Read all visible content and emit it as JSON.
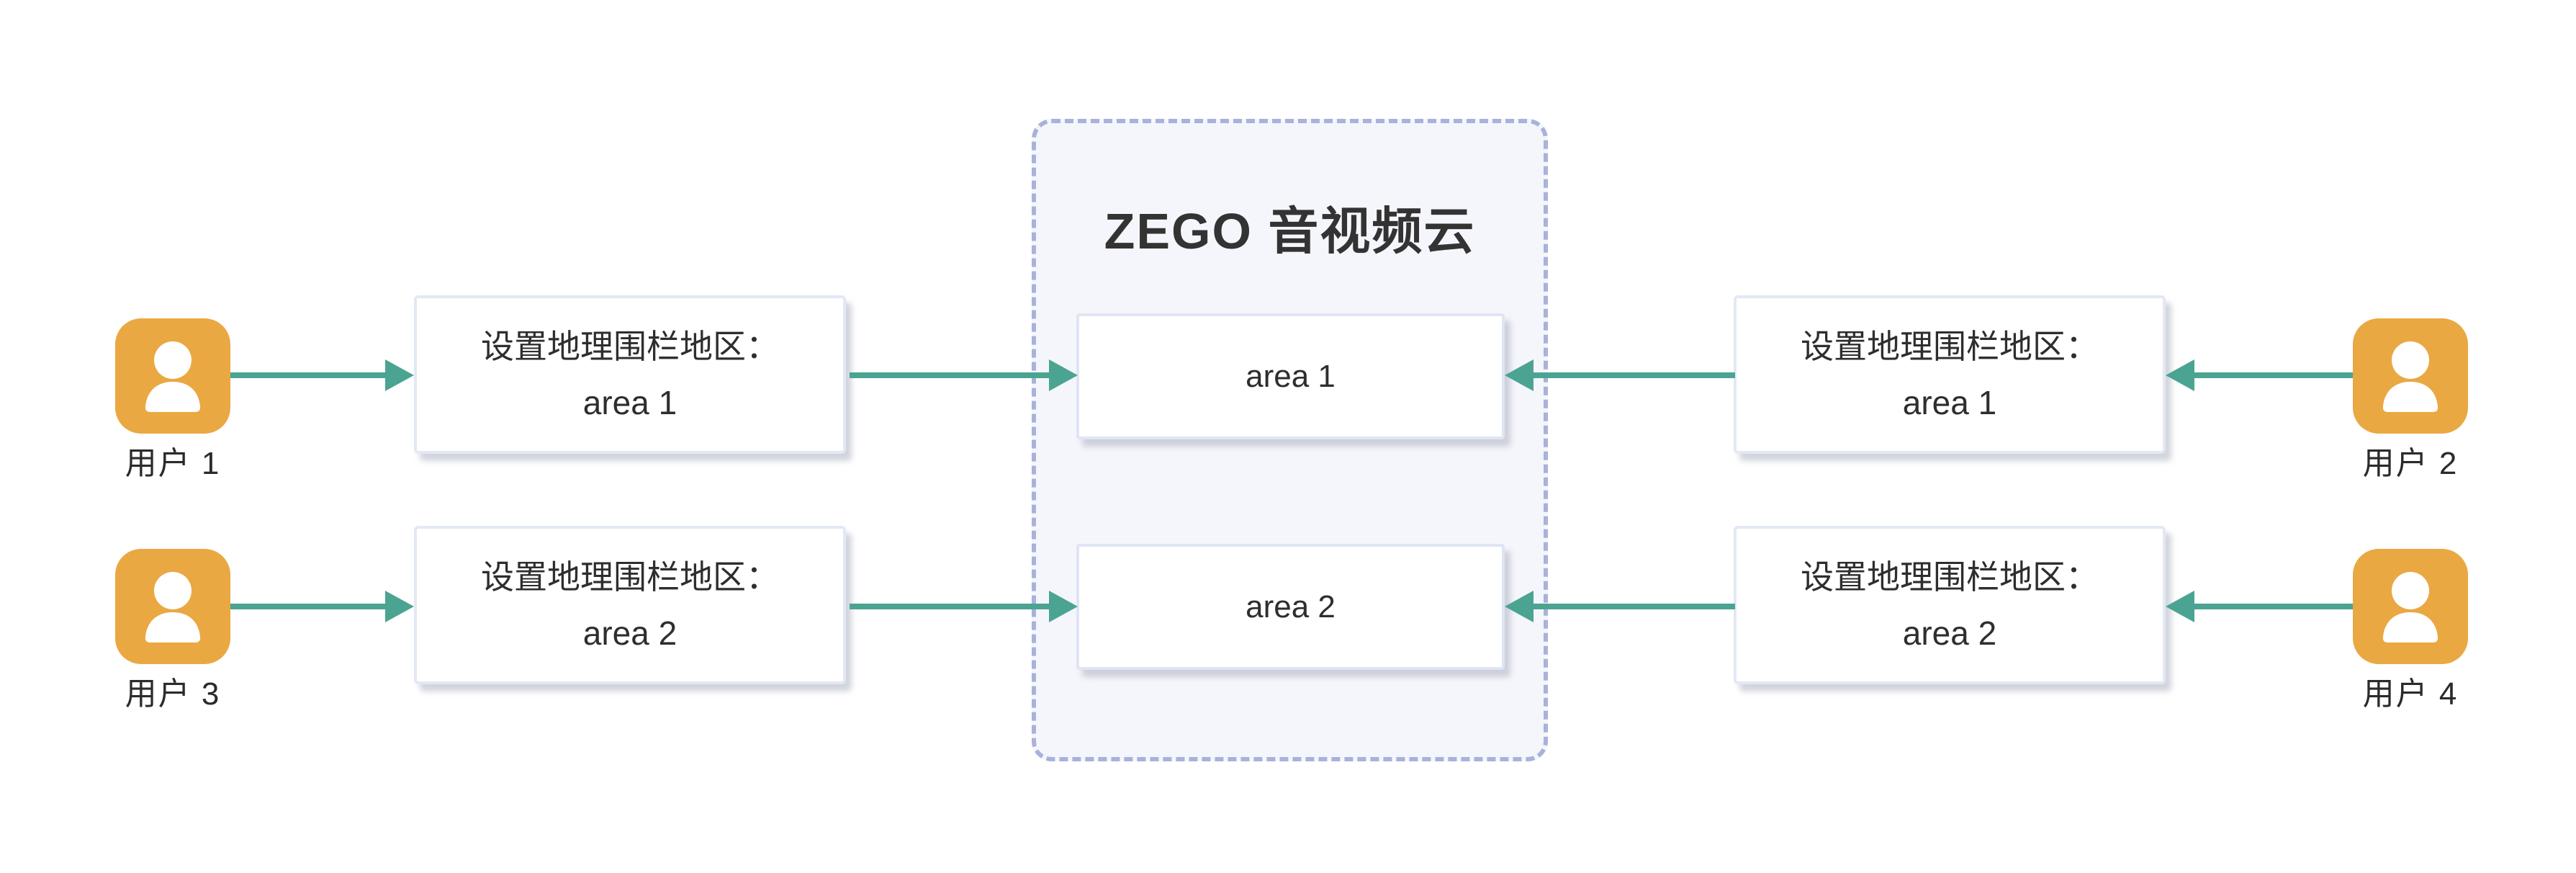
{
  "cloud": {
    "title": "ZEGO 音视频云",
    "areas": [
      {
        "label": "area 1"
      },
      {
        "label": "area 2"
      }
    ]
  },
  "left_flows": [
    {
      "user": "用户 1",
      "setting_line1": "设置地理围栏地区：",
      "setting_area": "area 1"
    },
    {
      "user": "用户 3",
      "setting_line1": "设置地理围栏地区：",
      "setting_area": "area 2"
    }
  ],
  "right_flows": [
    {
      "user": "用户 2",
      "setting_line1": "设置地理围栏地区：",
      "setting_area": "area 1"
    },
    {
      "user": "用户 4",
      "setting_line1": "设置地理围栏地区：",
      "setting_area": "area 2"
    }
  ],
  "colors": {
    "arrow_teal": "#4BA492",
    "user_orange": "#EAA843",
    "cloud_border": "#A9B2DA",
    "cloud_fill": "#F5F6FB",
    "box_border": "#E3E8F6",
    "text_dark": "#333333"
  }
}
